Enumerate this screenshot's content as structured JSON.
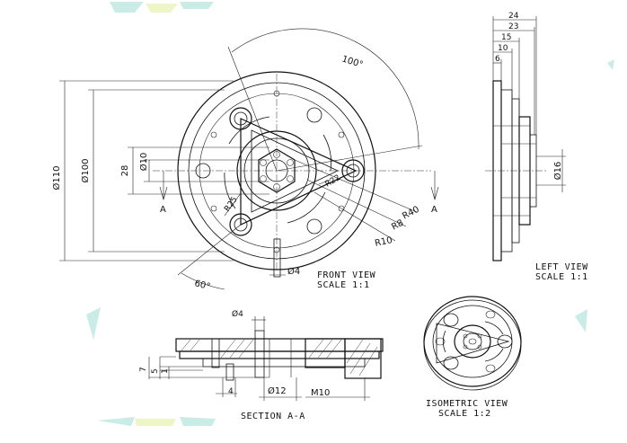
{
  "views": {
    "front": {
      "title": "FRONT VIEW",
      "scale": "SCALE  1:1"
    },
    "left": {
      "title": "LEFT VIEW",
      "scale": "SCALE  1:1"
    },
    "section": {
      "title": "SECTION A-A"
    },
    "iso": {
      "title": "ISOMETRIC VIEW",
      "scale": "SCALE  1:2"
    }
  },
  "section_marker": "A",
  "dimensions": {
    "d110": "Ø110",
    "d100": "Ø100",
    "h28": "28",
    "d10": "Ø10",
    "ang100": "100°",
    "ang60": "60°",
    "r25": "R25",
    "r22": "R22",
    "r40": "R40",
    "r8": "R8",
    "r10": "R10",
    "d4_front": "Ø4",
    "l24": "24",
    "l23": "23",
    "l15": "15",
    "l10": "10",
    "l6": "6",
    "d16": "Ø16",
    "d4_sec": "Ø4",
    "s7": "7",
    "s5": "5",
    "s1": "1",
    "s4": "4",
    "d12": "Ø12",
    "m10": "M10"
  },
  "colors": {
    "line": "#111111",
    "accent": "#c9ece6"
  }
}
